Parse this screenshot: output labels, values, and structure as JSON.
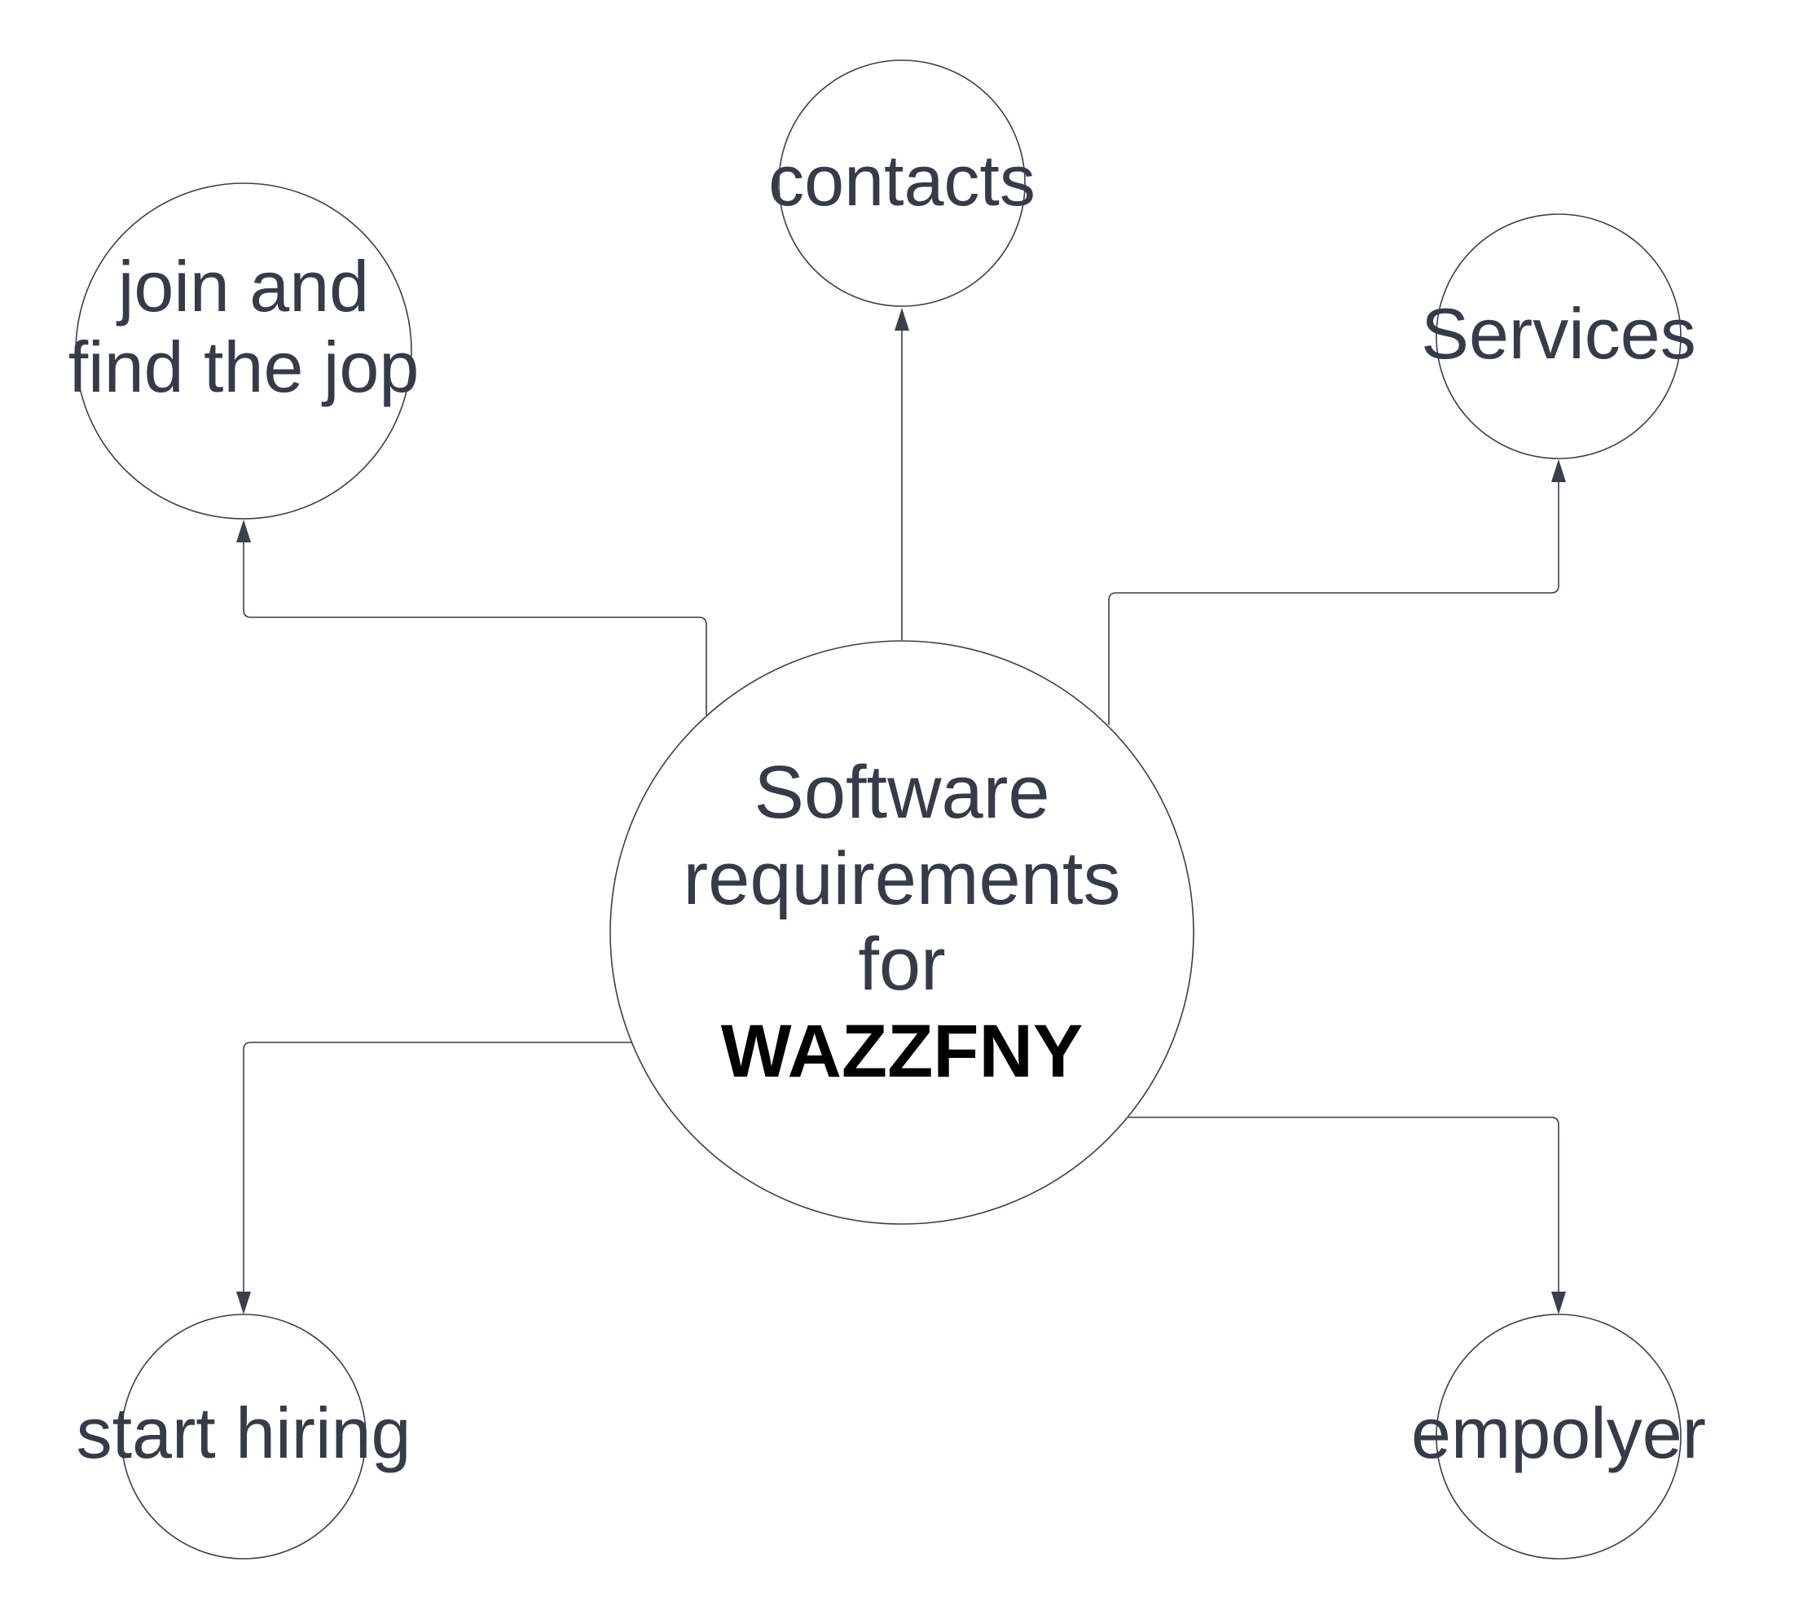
{
  "colors": {
    "background": "#ffffff",
    "stroke": "#3a3f4b",
    "text": "#353b48",
    "emphasis": "#000000"
  },
  "center": {
    "line1": "Software",
    "line2": "requirements",
    "line3": "for",
    "line4": "WAZZFNY"
  },
  "nodes": {
    "join": {
      "line1": "join and",
      "line2": "find the jop"
    },
    "contacts": {
      "label": "contacts"
    },
    "services": {
      "label": "Services"
    },
    "start_hiring": {
      "label": "start hiring"
    },
    "employer": {
      "label": "empolyer"
    }
  }
}
